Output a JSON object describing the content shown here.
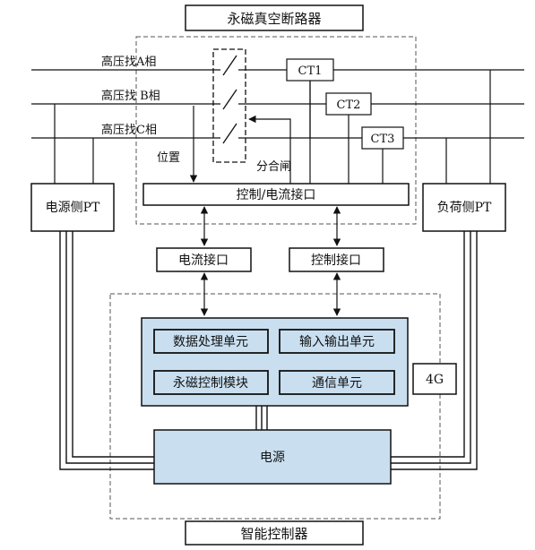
{
  "title_top": "永磁真空断路器",
  "title_bottom": "智能控制器",
  "phases": [
    "高压找A相",
    "高压找 B相",
    "高压找C相"
  ],
  "current_transformers": [
    "CT1",
    "CT2",
    "CT3"
  ],
  "labels": {
    "position": "位置",
    "open_close": "分合闸"
  },
  "boxes": {
    "control_current_interface": "控制/电流接口",
    "source_pt": "电源侧PT",
    "load_pt": "负荷侧PT",
    "current_interface": "电流接口",
    "control_interface": "控制接口",
    "data_processing": "数据处理单元",
    "io_unit": "输入输出单元",
    "pm_control": "永磁控制模块",
    "comm_unit": "通信单元",
    "module_4g": "4G",
    "power": "电源"
  },
  "colors": {
    "line": "#111111",
    "unit_fill": "#c9dff0",
    "box_fill": "#ffffff",
    "dashed": "#555555"
  }
}
